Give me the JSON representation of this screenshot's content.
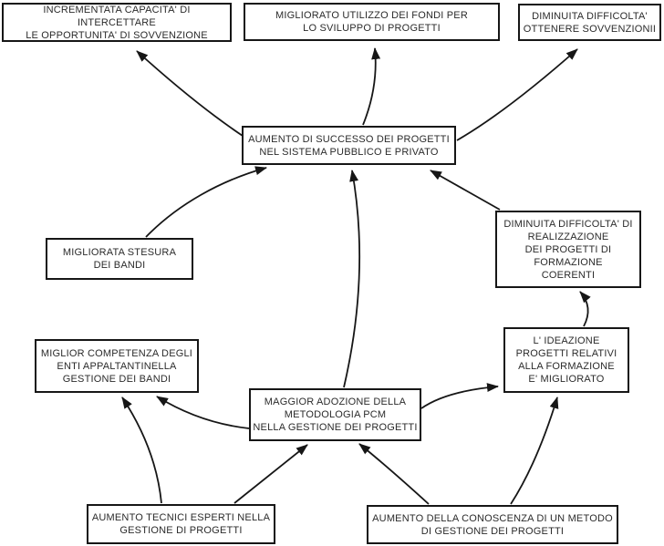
{
  "diagram": {
    "type": "objective-tree",
    "language": "it",
    "colors": {
      "background": "#ffffff",
      "box_fill": "#ffffff",
      "box_border": "#161616",
      "line": "#161616",
      "text": "#2b2b2b"
    },
    "nodes": [
      {
        "id": "incrementata-capacita",
        "label": "INCREMENTATA CAPACITA' DI INTERCETTARE\nLE OPPORTUNITA' DI SOVVENZIONE"
      },
      {
        "id": "migliorato-utilizzo-fondi",
        "label": "MIGLIORATO UTILIZZO DEI FONDI PER\nLO SVILUPPO DI PROGETTI"
      },
      {
        "id": "diminuita-difficolta-sovvenzioni",
        "label": "DIMINUITA DIFFICOLTA'\nOTTENERE SOVVENZIONII"
      },
      {
        "id": "aumento-successo-progetti",
        "label": "AUMENTO DI SUCCESSO DEI PROGETTI\nNEL SISTEMA PUBBLICO E PRIVATO"
      },
      {
        "id": "diminuita-difficolta-realizzazione",
        "label": "DIMINUITA DIFFICOLTA' DI\nREALIZZAZIONE\nDEI PROGETTI DI\nFORMAZIONE\nCOERENTI"
      },
      {
        "id": "migliorata-stesura-bandi",
        "label": "MIGLIORATA STESURA\nDEI BANDI"
      },
      {
        "id": "miglior-competenza-enti",
        "label": "MIGLIOR COMPETENZA DEGLI\nENTI APPALTANTINELLA\nGESTIONE DEI BANDI"
      },
      {
        "id": "ideazione-progetti-formazione",
        "label": "L' IDEAZIONE\nPROGETTI RELATIVI\nALLA FORMAZIONE\nE' MIGLIORATO"
      },
      {
        "id": "maggior-adozione-pcm",
        "label": "MAGGIOR ADOZIONE DELLA\nMETODOLOGIA PCM\nNELLA GESTIONE DEI PROGETTI"
      },
      {
        "id": "aumento-tecnici-esperti",
        "label": "AUMENTO TECNICI ESPERTI NELLA\nGESTIONE DI PROGETTI"
      },
      {
        "id": "aumento-conoscenza-metodo",
        "label": "AUMENTO DELLA CONOSCENZA DI UN METODO\nDI GESTIONE DEI PROGETTI"
      }
    ],
    "edges": [
      {
        "from": "aumento-successo-progetti",
        "to": "incrementata-capacita"
      },
      {
        "from": "aumento-successo-progetti",
        "to": "migliorato-utilizzo-fondi"
      },
      {
        "from": "aumento-successo-progetti",
        "to": "diminuita-difficolta-sovvenzioni"
      },
      {
        "from": "migliorata-stesura-bandi",
        "to": "aumento-successo-progetti"
      },
      {
        "from": "maggior-adozione-pcm",
        "to": "aumento-successo-progetti"
      },
      {
        "from": "diminuita-difficolta-realizzazione",
        "to": "aumento-successo-progetti"
      },
      {
        "from": "ideazione-progetti-formazione",
        "to": "diminuita-difficolta-realizzazione"
      },
      {
        "from": "maggior-adozione-pcm",
        "to": "ideazione-progetti-formazione"
      },
      {
        "from": "maggior-adozione-pcm",
        "to": "miglior-competenza-enti"
      },
      {
        "from": "aumento-tecnici-esperti",
        "to": "miglior-competenza-enti"
      },
      {
        "from": "aumento-tecnici-esperti",
        "to": "maggior-adozione-pcm"
      },
      {
        "from": "aumento-conoscenza-metodo",
        "to": "maggior-adozione-pcm"
      },
      {
        "from": "aumento-conoscenza-metodo",
        "to": "ideazione-progetti-formazione"
      }
    ]
  }
}
